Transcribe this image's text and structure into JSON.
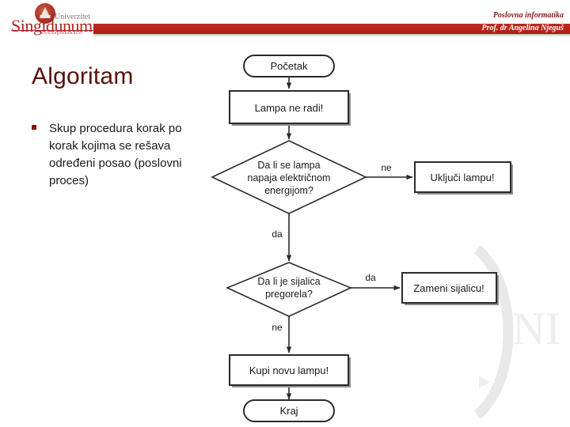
{
  "header": {
    "logo": {
      "name": "Singidunum",
      "subtitle": "Univerzitet",
      "url": "www.singidunum.ac.rs"
    },
    "course": "Poslovna informatika",
    "lecturer": "Prof. dr Angelina Njeguš",
    "accent_color": "#bb2319"
  },
  "slide": {
    "title": "Algoritam",
    "title_color": "#5b1009",
    "bullets": [
      "Skup procedura korak po korak kojima se rešava određeni posao (poslovni proces)"
    ],
    "bullet_marker_color": "#7a1a10"
  },
  "flowchart": {
    "type": "flowchart",
    "nodes": [
      {
        "id": "start",
        "shape": "terminator",
        "label": "Početak"
      },
      {
        "id": "problem",
        "shape": "process",
        "label": "Lampa ne radi!"
      },
      {
        "id": "decision1",
        "shape": "decision",
        "label": "Da li se lampa napaja električnom energijom?",
        "lines": [
          "Da li se lampa",
          "napaja električnom",
          "energijom?"
        ]
      },
      {
        "id": "action1",
        "shape": "process",
        "label": "Uključi lampu!"
      },
      {
        "id": "decision2",
        "shape": "decision",
        "label": "Da li je sijalica pregorela?",
        "lines": [
          "Da li je sijalica",
          "pregorela?"
        ]
      },
      {
        "id": "action2",
        "shape": "process",
        "label": "Zameni sijalicu!"
      },
      {
        "id": "action3",
        "shape": "process",
        "label": "Kupi novu lampu!"
      },
      {
        "id": "end",
        "shape": "terminator",
        "label": "Kraj"
      }
    ],
    "edges": [
      {
        "from": "start",
        "to": "problem",
        "label": ""
      },
      {
        "from": "problem",
        "to": "decision1",
        "label": ""
      },
      {
        "from": "decision1",
        "to": "action1",
        "label": "ne"
      },
      {
        "from": "decision1",
        "to": "decision2",
        "label": "da"
      },
      {
        "from": "decision2",
        "to": "action2",
        "label": "da"
      },
      {
        "from": "decision2",
        "to": "action3",
        "label": "ne"
      },
      {
        "from": "action3",
        "to": "end",
        "label": ""
      }
    ],
    "edge_labels": {
      "d1_no": "ne",
      "d1_yes": "da",
      "d2_yes": "da",
      "d2_no": "ne"
    }
  }
}
